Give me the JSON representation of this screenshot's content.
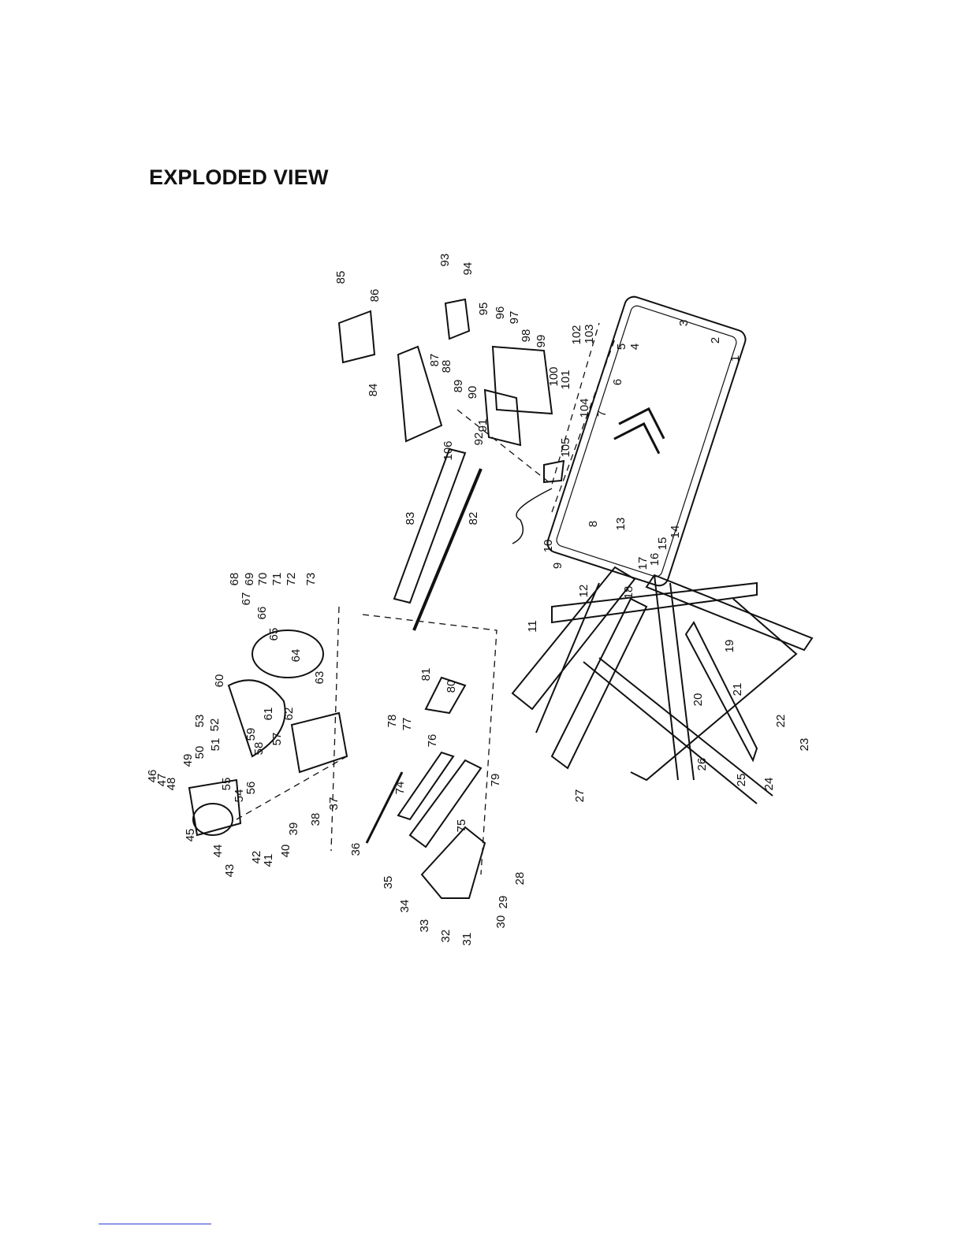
{
  "title": "EXPLODED VIEW",
  "part_numbers": [
    "1",
    "2",
    "3",
    "4",
    "5",
    "6",
    "7",
    "8",
    "9",
    "10",
    "11",
    "12",
    "13",
    "14",
    "15",
    "16",
    "17",
    "18",
    "19",
    "20",
    "21",
    "22",
    "23",
    "24",
    "25",
    "26",
    "27",
    "28",
    "29",
    "30",
    "31",
    "32",
    "33",
    "34",
    "35",
    "36",
    "37",
    "38",
    "39",
    "40",
    "41",
    "42",
    "43",
    "44",
    "45",
    "46",
    "47",
    "48",
    "49",
    "50",
    "51",
    "52",
    "53",
    "54",
    "55",
    "56",
    "57",
    "58",
    "59",
    "60",
    "61",
    "62",
    "63",
    "64",
    "65",
    "66",
    "67",
    "68",
    "69",
    "70",
    "71",
    "72",
    "73",
    "74",
    "75",
    "76",
    "77",
    "78",
    "79",
    "80",
    "81",
    "82",
    "83",
    "84",
    "85",
    "86",
    "87",
    "88",
    "89",
    "90",
    "91",
    "92",
    "93",
    "94",
    "95",
    "96",
    "97",
    "98",
    "99",
    "100",
    "101",
    "102",
    "103",
    "104",
    "105",
    "106"
  ],
  "colors": {
    "ink": "#111111",
    "link_rule": "#2a3fd6"
  }
}
